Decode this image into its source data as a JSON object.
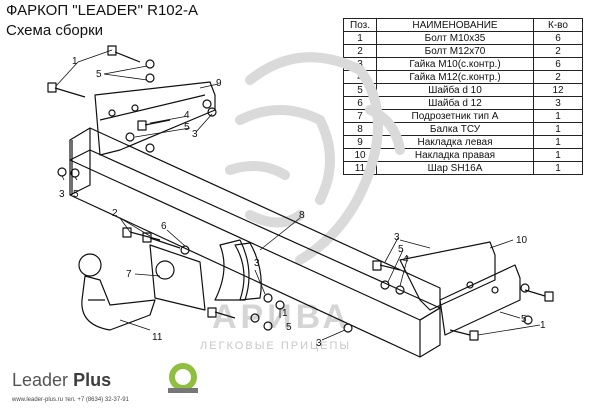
{
  "header": {
    "title": "ФАРКОП \"LEADER\"  R102-A",
    "subtitle": "Схема сборки"
  },
  "parts_table": {
    "columns": [
      "Поз.",
      "НАИМЕНОВАНИЕ",
      "К-во"
    ],
    "rows": [
      [
        "1",
        "Болт М10х35",
        "6"
      ],
      [
        "2",
        "Болт М12х70",
        "2"
      ],
      [
        "3",
        "Гайка  М10(с.контр.)",
        "6"
      ],
      [
        "4",
        "Гайка М12(с.контр.)",
        "2"
      ],
      [
        "5",
        "Шайба d 10",
        "12"
      ],
      [
        "6",
        "Шайба d 12",
        "3"
      ],
      [
        "7",
        "Подрозетник тип А",
        "1"
      ],
      [
        "8",
        "Балка ТСУ",
        "1"
      ],
      [
        "9",
        "Накладка левая",
        "1"
      ],
      [
        "10",
        "Накладка правая",
        "1"
      ],
      [
        "11",
        "Шар SH16A",
        "1"
      ]
    ]
  },
  "callouts": [
    "1",
    "5",
    "9",
    "4",
    "5",
    "3",
    "3",
    "5",
    "8",
    "2",
    "6",
    "7",
    "11",
    "3",
    "5",
    "4",
    "10",
    "3",
    "1",
    "5",
    "3",
    "1",
    "5"
  ],
  "watermark": {
    "brand": "АРИВА",
    "tagline": "ЛЕГКОВЫЕ ПРИЦЕПЫ"
  },
  "footer": {
    "logo_word1": "Leader",
    "logo_word2": "Plus",
    "contact": "www.leader-plus.ru   тел. +7 (8634) 32-37-91"
  }
}
